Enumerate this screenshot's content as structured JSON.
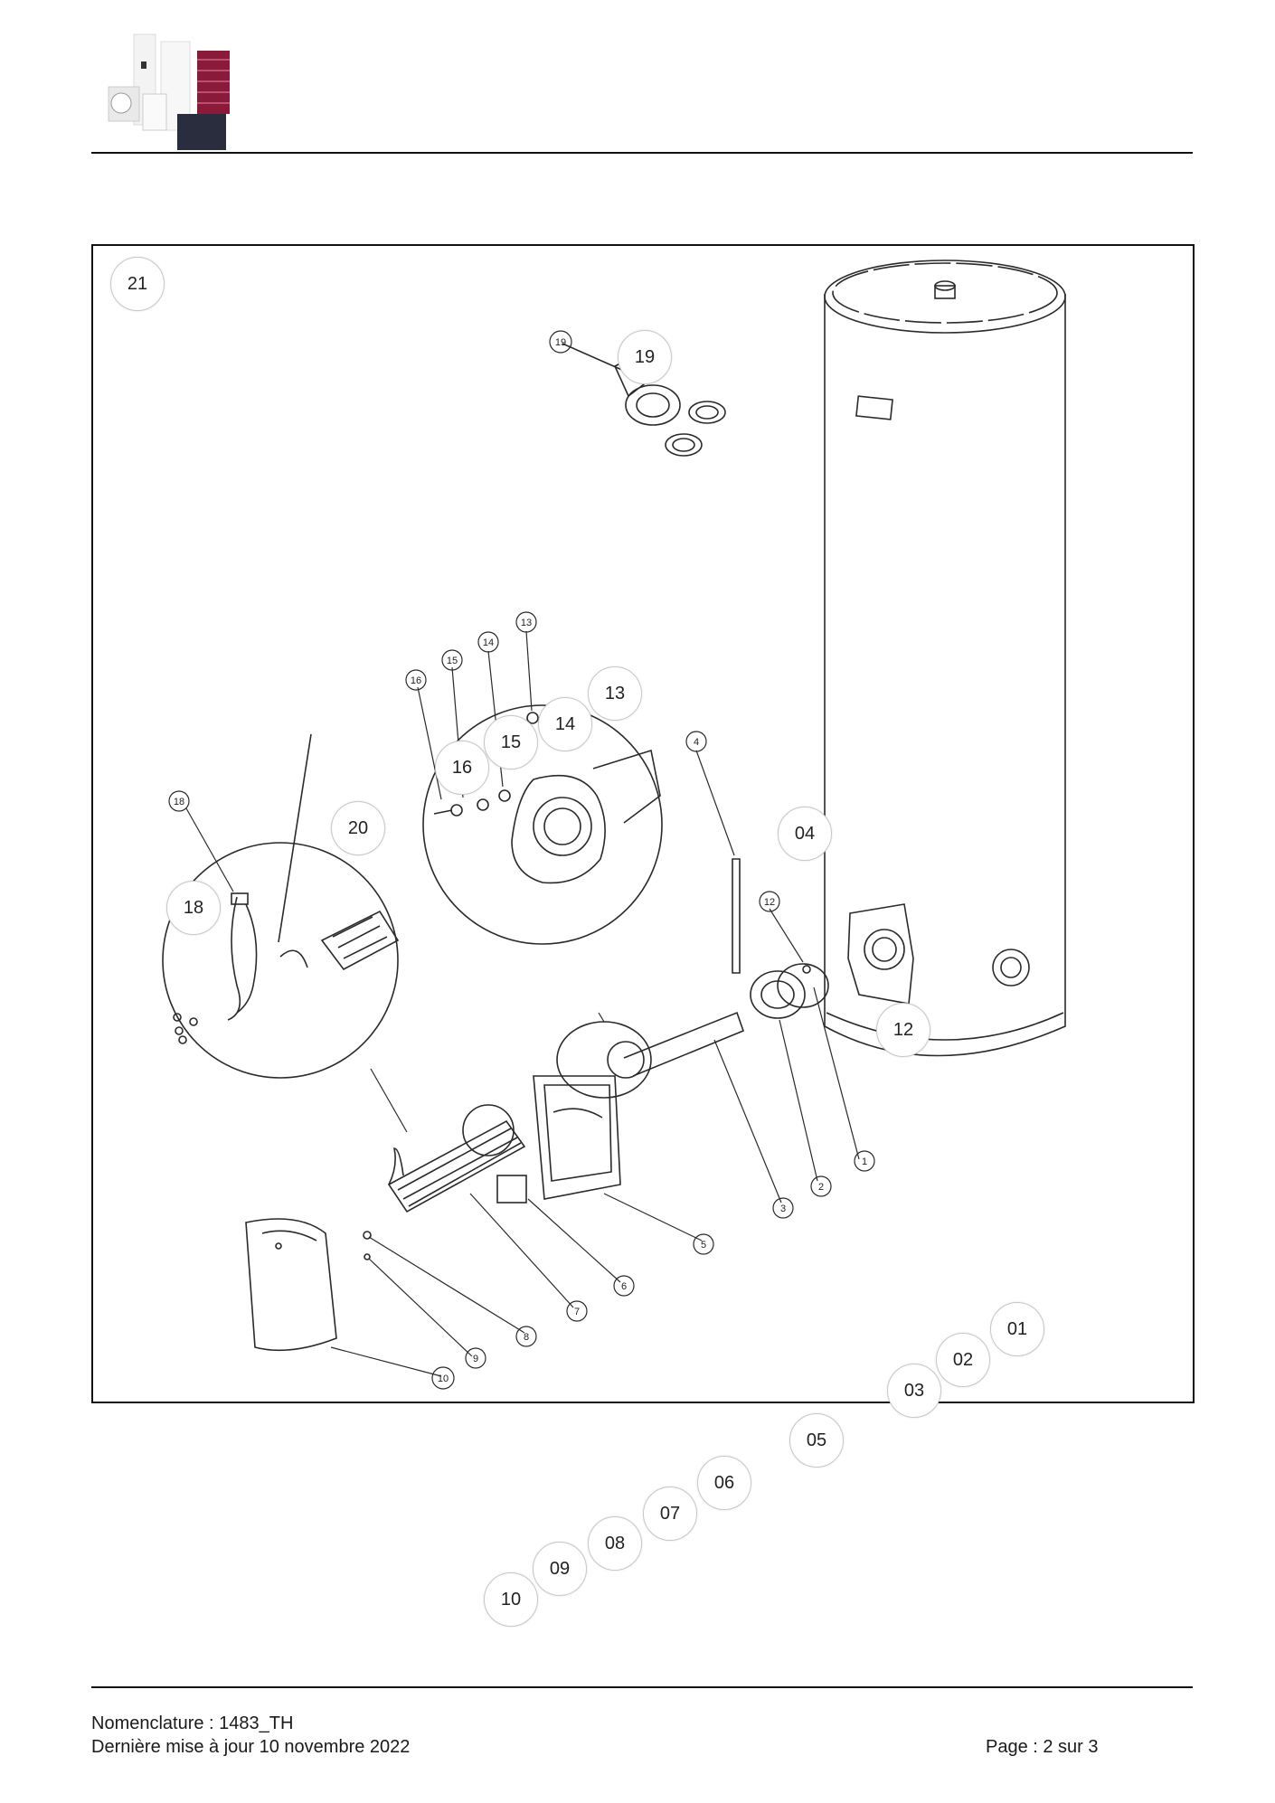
{
  "footer": {
    "nomenclature": "Nomenclature : 1483_TH",
    "updated": "Dernière mise à jour 10 novembre 2022",
    "page": "Page : 2 sur 3"
  },
  "callouts": [
    "21",
    "19",
    "13",
    "14",
    "15",
    "16",
    "20",
    "04",
    "18",
    "12",
    "01",
    "02",
    "03",
    "05",
    "06",
    "07",
    "08",
    "09",
    "10"
  ],
  "diagram_labels": [
    "19",
    "13",
    "14",
    "15",
    "16",
    "18",
    "4",
    "12",
    "1",
    "2",
    "3",
    "5",
    "6",
    "7",
    "8",
    "9",
    "10"
  ],
  "colors": {
    "rule": "#111111",
    "callout_border": "#c8c8c8",
    "logo_accent": "#8b1a3a",
    "logo_panel": "#2a2d3d"
  }
}
